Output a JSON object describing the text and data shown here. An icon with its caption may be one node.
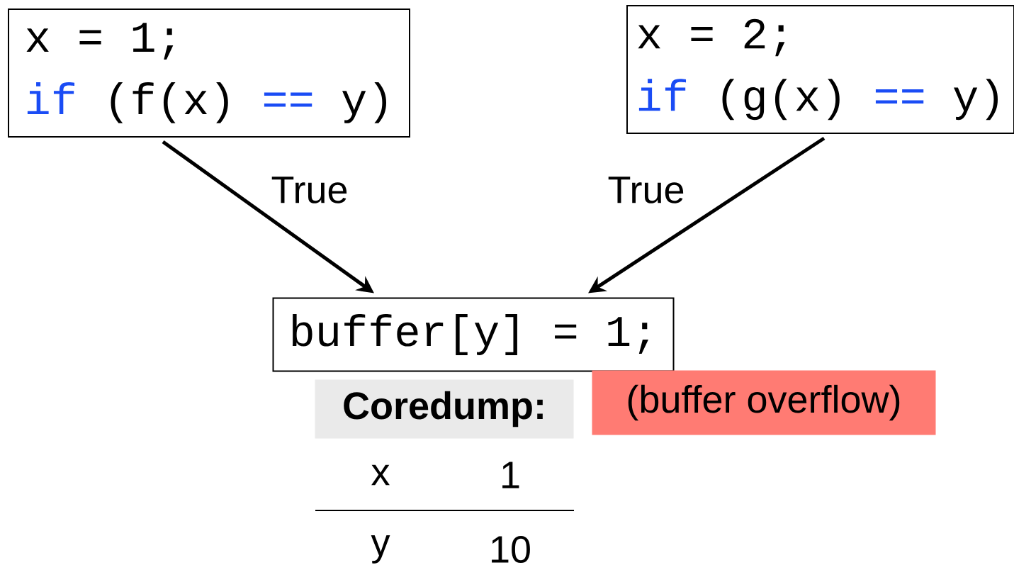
{
  "diagram": {
    "nodes": [
      {
        "text": [
          "x = 1;",
          "if",
          "(f(x)",
          "==",
          "y)"
        ]
      },
      {
        "text": [
          "x = 2;",
          "if",
          "(g(x)",
          "==",
          "y)"
        ]
      },
      {
        "text": [
          "buffer[y] = 1;"
        ]
      },
      {
        "text": [
          "Coredump:"
        ]
      },
      {
        "text": [
          "(buffer overflow)"
        ]
      }
    ],
    "edges": [
      {
        "from": 0,
        "to": 2,
        "arrow": "to",
        "label": "True"
      },
      {
        "from": 1,
        "to": 2,
        "arrow": "to",
        "label": "True"
      }
    ],
    "labels": [
      "x",
      "1",
      "y",
      "10"
    ]
  }
}
